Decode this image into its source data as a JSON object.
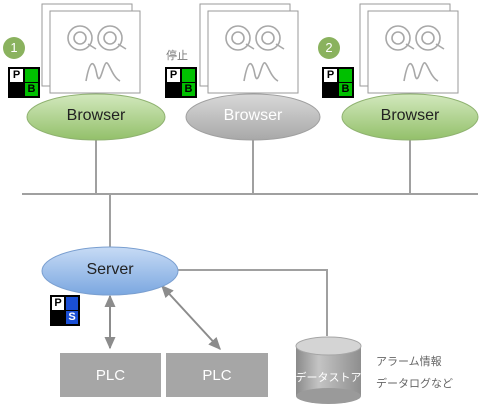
{
  "browsers": [
    {
      "label": "Browser",
      "badge": "1",
      "status": "",
      "fill": "#a9cd86"
    },
    {
      "label": "Browser",
      "badge": "",
      "status": "停止",
      "fill": "#b9b9b9"
    },
    {
      "label": "Browser",
      "badge": "2",
      "status": "",
      "fill": "#a9cd86"
    }
  ],
  "server": {
    "label": "Server",
    "fill": "#8fb4e3"
  },
  "plcs": [
    {
      "label": "PLC"
    },
    {
      "label": "PLC"
    }
  ],
  "datastore": {
    "label": "データストア",
    "notes": [
      "アラーム情報",
      "データログなど"
    ]
  },
  "icons": {
    "browser_badge": {
      "top": "P",
      "bottom": "B",
      "color": "#00c000"
    },
    "server_badge": {
      "top": "P",
      "bottom": "S",
      "color": "#1a4fd6"
    }
  },
  "colors": {
    "badge_green": "#8ab25e",
    "plc": "#a6a6a6",
    "line": "#a0a0a0",
    "arrow": "#8c8c8c"
  }
}
